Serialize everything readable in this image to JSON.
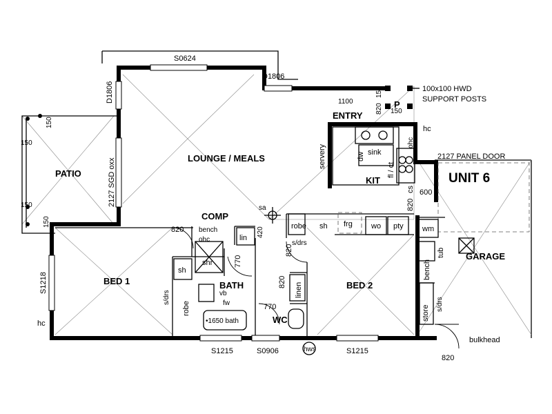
{
  "rooms": {
    "lounge_meals": "LOUNGE / MEALS",
    "patio": "PATIO",
    "entry": "ENTRY",
    "kit": "KIT",
    "unit": "UNIT 6",
    "garage": "GARAGE",
    "bed1": "BED 1",
    "bed2": "BED 2",
    "bath": "BATH",
    "wc": "WC",
    "comp": "COMP"
  },
  "fixtures": {
    "sink": "sink",
    "dw": "dw",
    "servery": "servery",
    "ohc": "ohc",
    "frg": "frg",
    "wo": "wo",
    "pty": "pty",
    "wm": "wm",
    "tub": "tub",
    "bench": "bench",
    "bench_ohc": "bench",
    "ohc_comp": "ohc",
    "lin": "lin",
    "linen": "linen",
    "robe_bed1": "robe",
    "robe_bed2": "robe",
    "sh_bed1": "sh",
    "sh_bed2": "sh",
    "sdrs_bed1": "s/drs",
    "sdrs_bed2": "s/drs",
    "sdrs_store": "s/drs",
    "shr": "shr",
    "vb": "vb",
    "fw": "fw",
    "bath_tub": "•1650 bath",
    "store": "store",
    "hws": "hws",
    "bulkhead": "bulkhead",
    "fl_ct": "fl / ct",
    "cs": "cs",
    "hc_kit": "hc",
    "hc_bed1": "hc",
    "sa": "sa",
    "p": "P"
  },
  "dimensions": {
    "s0624": "S0624",
    "d1806_top": "D1806",
    "d1806_side": "D1806",
    "sgd": "2127 SGD oxx",
    "s1218": "S1218",
    "s1215_left": "S1215",
    "s0906": "S0906",
    "s1215_right": "S1215",
    "panel_door": "2127 PANEL DOOR",
    "d1100": "1100",
    "d820_entry": "820",
    "d150_a": "150",
    "d150_b": "150",
    "d150_patio_top": "150",
    "d150_patio_left": "150",
    "d150_patio_low": "150",
    "d150_patio_bot": "150",
    "d820_bed1": "820",
    "d420": "420",
    "d770_a": "770",
    "d820_bed2": "820",
    "d820_lin": "820",
    "d770_b": "770",
    "d820_garage": "820",
    "d600": "600",
    "d820_bottom": "820"
  },
  "notes": {
    "support_1": "100x100 HWD",
    "support_2": "SUPPORT POSTS"
  }
}
